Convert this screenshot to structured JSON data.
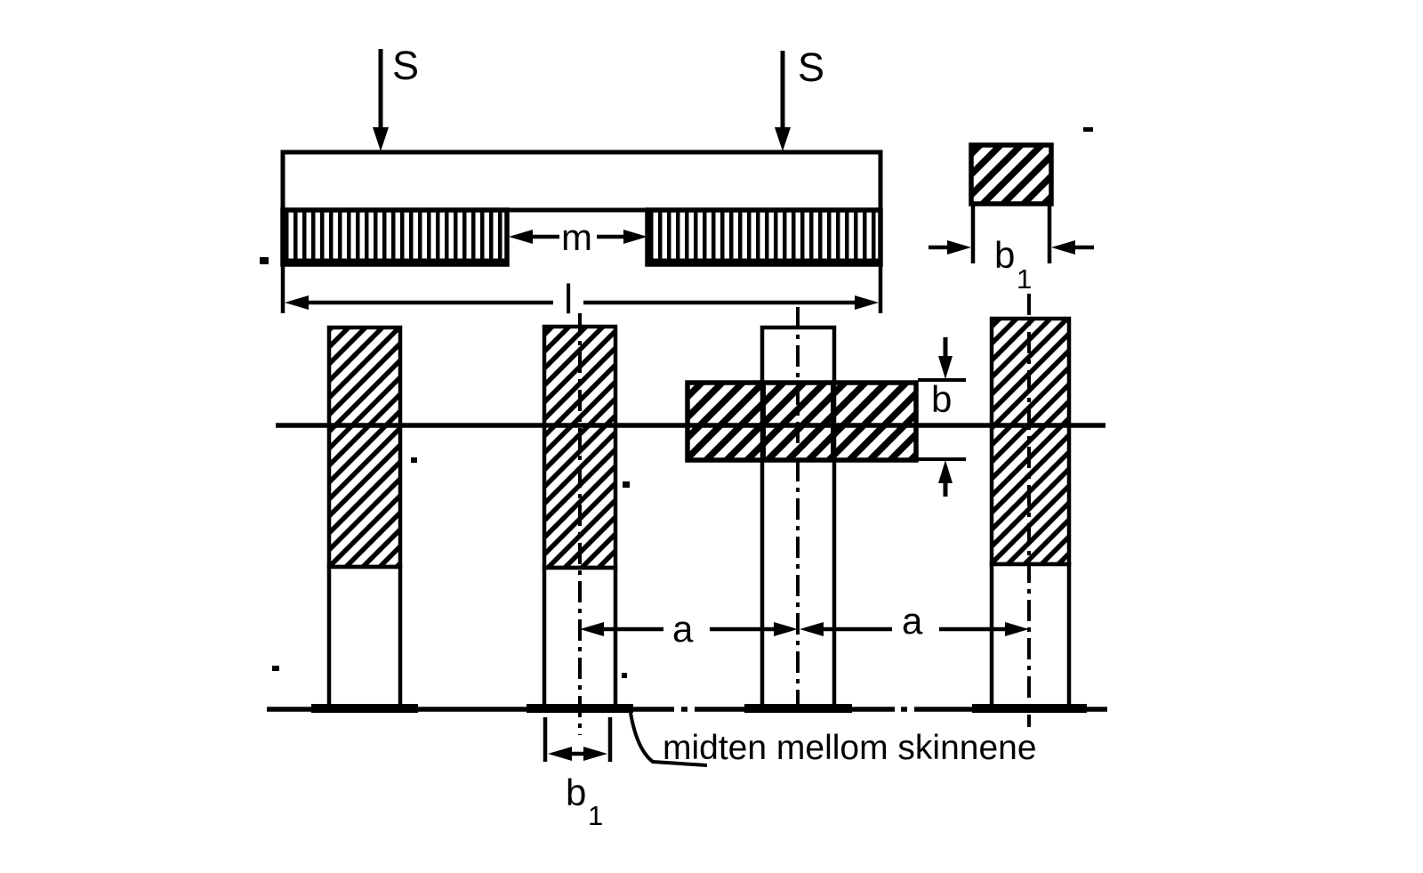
{
  "labels": {
    "s_left": "S",
    "s_right": "S",
    "m": "m",
    "l": "l",
    "b1_top_base": "b",
    "b1_top_sub": "1",
    "b": "b",
    "a_left": "a",
    "a_right": "a",
    "b1_bottom_base": "b",
    "b1_bottom_sub": "1",
    "note": "midten mellom skinnene"
  },
  "colors": {
    "ink": "#000000",
    "paper": "#ffffff"
  }
}
